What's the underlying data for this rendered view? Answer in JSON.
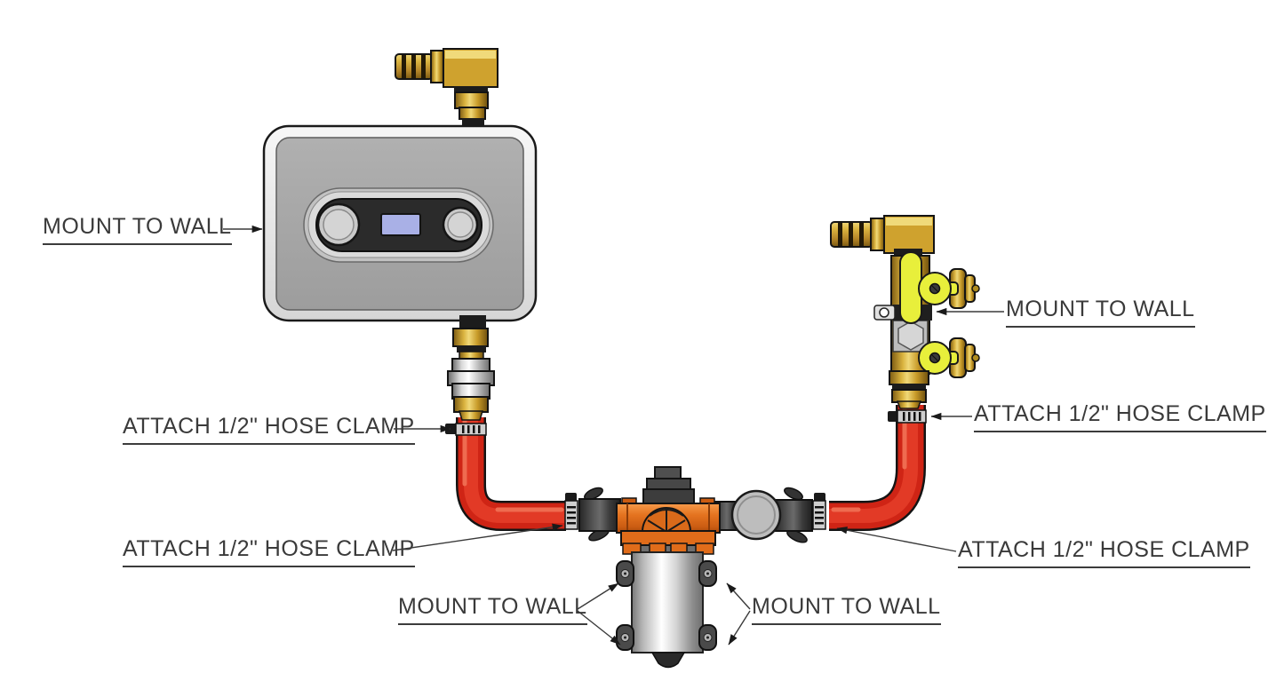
{
  "diagram": {
    "background": "#ffffff",
    "callouts": {
      "heater_mount": "MOUNT TO WALL",
      "clamp_upper_left": "ATTACH 1/2\" HOSE CLAMP",
      "clamp_lower_left": "ATTACH 1/2\" HOSE CLAMP",
      "pump_mount_left": "MOUNT TO WALL",
      "pump_mount_right": "MOUNT TO WALL",
      "clamp_lower_right": "ATTACH 1/2\" HOSE CLAMP",
      "clamp_upper_right": "ATTACH 1/2\" HOSE CLAMP",
      "manifold_mount": "MOUNT TO WALL"
    },
    "colors": {
      "label_text": "#3a3a3a",
      "hose_red": "#d02818",
      "brass": "#cfa22e",
      "pump_orange": "#e4731f",
      "enclosure_gray": "#a8a8a8",
      "valve_handle_yellow": "#e8ef3b",
      "display_lavender": "#a9b0e6",
      "motor_silver": "#e8e8e8"
    }
  }
}
